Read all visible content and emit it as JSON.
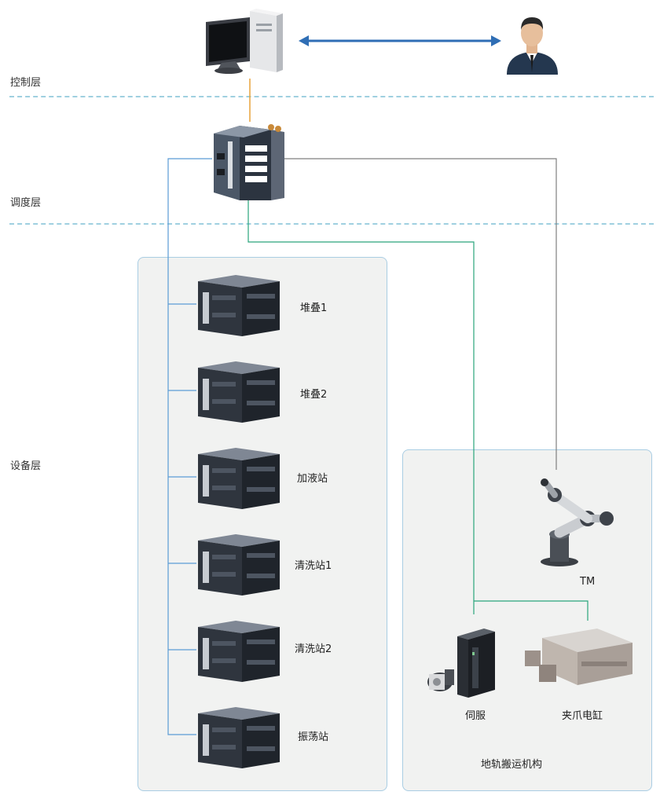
{
  "layers": {
    "control": "控制层",
    "dispatch": "调度层",
    "device": "设备层"
  },
  "stations": [
    {
      "label": "堆叠1"
    },
    {
      "label": "堆叠2"
    },
    {
      "label": "加液站"
    },
    {
      "label": "清洗站1"
    },
    {
      "label": "清洗站2"
    },
    {
      "label": "振荡站"
    }
  ],
  "transport": {
    "robot_label": "TM",
    "servo_label": "伺服",
    "gripper_label": "夹爪电缸",
    "group_label": "地轨搬运机构"
  },
  "colors": {
    "dashed_line": "#9fd0e0",
    "panel_border": "#a9cde3",
    "panel_fill": "#f1f2f1",
    "blue_line": "#5b9bd5",
    "green_line": "#2aa57c",
    "gray_line": "#7f7f7f",
    "orange_line": "#e9a23b",
    "arrow": "#2f6eb5"
  }
}
